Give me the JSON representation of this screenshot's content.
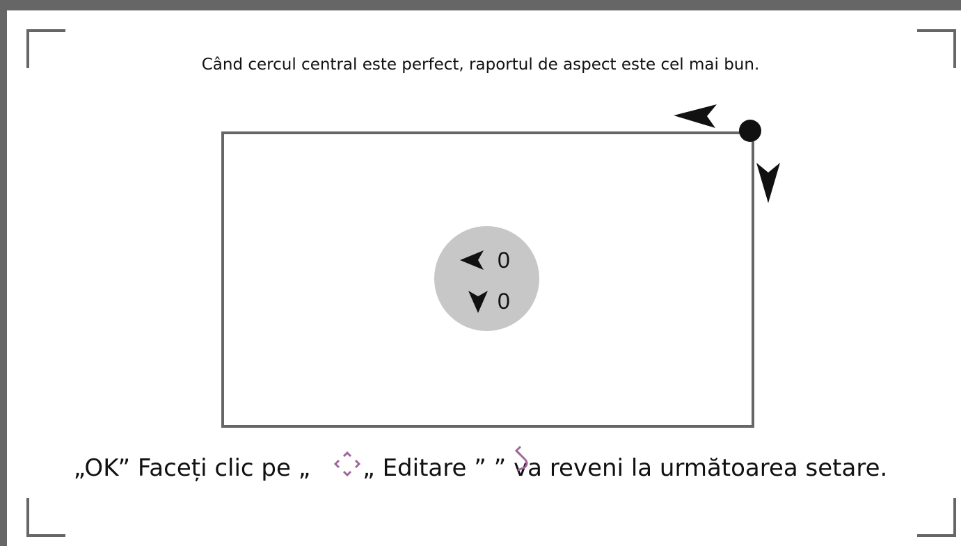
{
  "instruction": "Când cercul central este perfect, raportul de aspect este cel mai bun.",
  "readouts": {
    "horizontal_icon": "arrow-left-icon",
    "horizontal_value": "0",
    "vertical_icon": "arrow-down-icon",
    "vertical_value": "0"
  },
  "footer": {
    "part1": "„OK” Faceți clic pe „ ",
    "move_icon": "move-arrows-icon",
    "part2": "„ Editare ” ” ",
    "back_icon": "back-icon",
    "part3": "va reveni la următoarea setare."
  },
  "colors": {
    "frame": "#666666",
    "circle": "#c6c7c6",
    "text": "#111111",
    "icon_accent": "#a0679a"
  }
}
